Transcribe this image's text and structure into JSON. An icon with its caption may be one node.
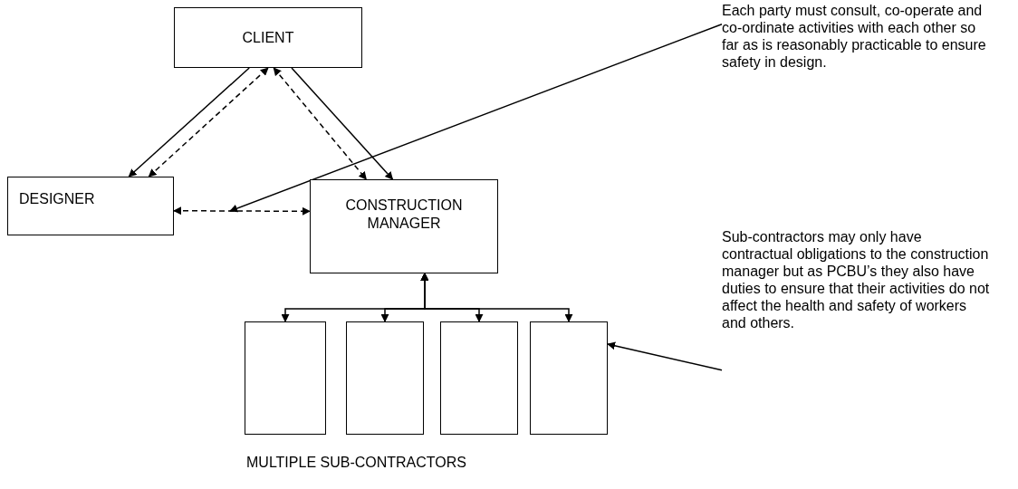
{
  "diagram": {
    "nodes": [
      {
        "text": [
          "CLIENT"
        ]
      },
      {
        "text": [
          "DESIGNER"
        ]
      },
      {
        "text": [
          "CONSTRUCTION MANAGER"
        ]
      },
      {
        "text": [],
        "shape": "box"
      },
      {
        "text": [],
        "shape": "box"
      },
      {
        "text": [],
        "shape": "box"
      },
      {
        "text": [],
        "shape": "box"
      },
      {
        "text": [
          "Each party must consult, co-operate and co-ordinate activities with each other so far as is reasonably practicable to ensure safety in design."
        ]
      },
      {
        "text": [
          "Sub-contractors may only have contractual obligations to the construction manager but as PCBU’s they also have duties to ensure that their activities do not affect the health and safety of workers and others."
        ]
      }
    ],
    "edges": [
      {
        "from": 0,
        "to": 1,
        "arrow": "to"
      },
      {
        "from": 1,
        "to": 0,
        "arrow": "both",
        "style": "dashed"
      },
      {
        "from": 0,
        "to": 2,
        "arrow": "to"
      },
      {
        "from": 0,
        "to": 2,
        "arrow": "both",
        "style": "dashed"
      },
      {
        "from": 1,
        "to": 2,
        "arrow": "both",
        "style": "dashed"
      },
      {
        "from": 2,
        "to": 3,
        "arrow": "both"
      },
      {
        "from": 2,
        "to": 4,
        "arrow": "both"
      },
      {
        "from": 2,
        "to": 5,
        "arrow": "both"
      },
      {
        "from": 2,
        "to": 6,
        "arrow": "both"
      },
      {
        "from": 7,
        "to": null,
        "arrow": "to"
      },
      {
        "from": 8,
        "to": 6,
        "arrow": "to"
      }
    ],
    "labels": [
      "MULTIPLE SUB-CONTRACTORS"
    ]
  }
}
